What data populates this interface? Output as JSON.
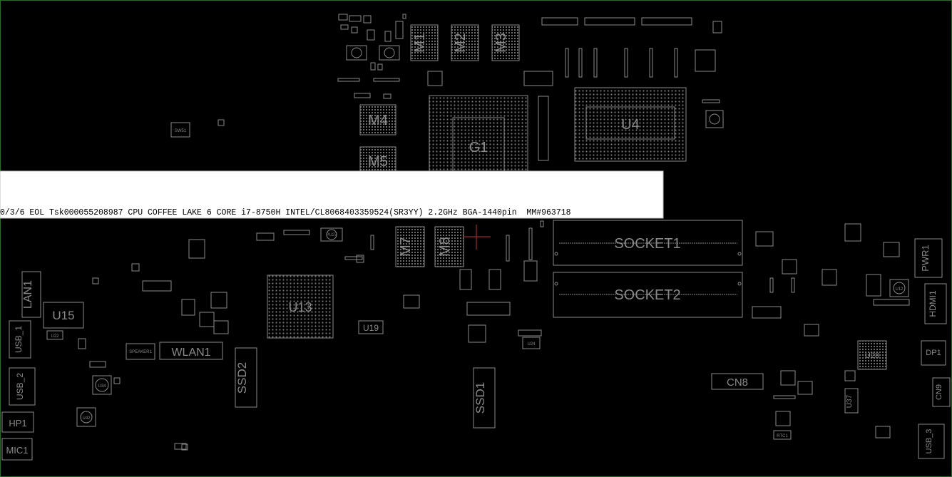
{
  "tooltip": {
    "text": "0/3/6 EOL Tsk000055208987 CPU COFFEE LAKE 6 CORE i7-8750H INTEL/CL8068403359524(SR3YY) 2.2GHz BGA-1440pin  MM#963718"
  },
  "components": {
    "m1": "M1",
    "m2": "M2",
    "m3": "M3",
    "m4": "M4",
    "m5": "M5",
    "m7": "M7",
    "m8": "M8",
    "g1": "G1",
    "u4": "U4",
    "u13": "U13",
    "u15": "U15",
    "u19": "U19",
    "u24": "U24",
    "u28": "U28",
    "u34": "U34",
    "u37": "U37",
    "u42": "U42",
    "u12": "U12",
    "u22": "U22",
    "lan1": "LAN1",
    "usb1": "USB_1",
    "usb2": "USB_2",
    "usb3": "USB_3",
    "hp1": "HP1",
    "mic1": "MIC1",
    "wlan1": "WLAN1",
    "speaker1": "SPEAKER1",
    "ssd1": "SSD1",
    "ssd2": "SSD2",
    "socket1": "SOCKET1",
    "socket2": "SOCKET2",
    "cn8": "CN8",
    "cn9": "CN9",
    "pwr1": "PWR1",
    "hdmi1": "HDMI1",
    "dp1": "DP1",
    "sw1": "SW51",
    "pu27": "PU27",
    "rtc1": "RTC1"
  },
  "colors": {
    "background": "#000000",
    "outline": "#8a8a8a",
    "tooltip_bg": "#ffffff",
    "marker": "#c03030"
  }
}
